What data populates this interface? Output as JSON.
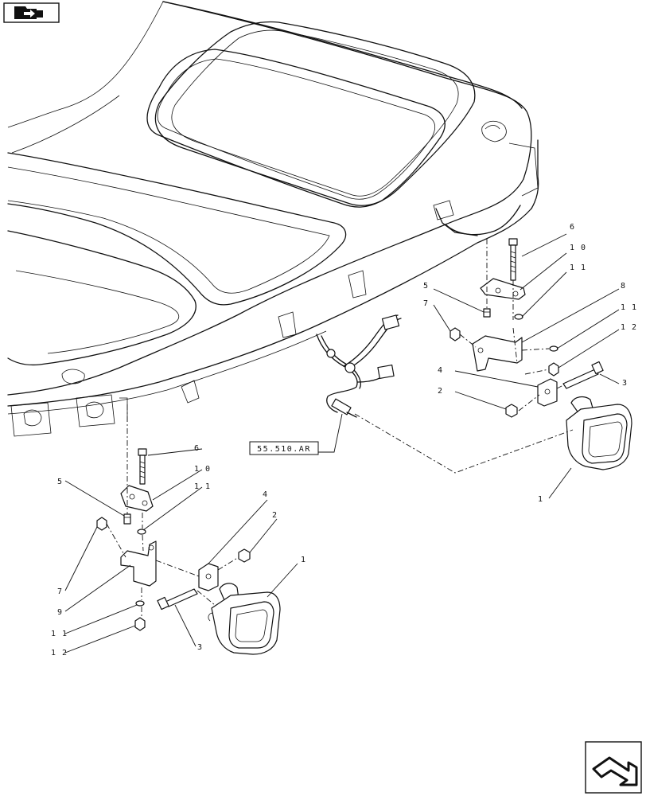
{
  "reference": {
    "label": "55.510.AR"
  },
  "callouts": [
    {
      "id": "c6a",
      "text": "6"
    },
    {
      "id": "c10a",
      "text": "1 0"
    },
    {
      "id": "c11a",
      "text": "1 1"
    },
    {
      "id": "c5a",
      "text": "5"
    },
    {
      "id": "c7a",
      "text": "7"
    },
    {
      "id": "c8a",
      "text": "8"
    },
    {
      "id": "c11b",
      "text": "1 1"
    },
    {
      "id": "c12a",
      "text": "1 2"
    },
    {
      "id": "c4a",
      "text": "4"
    },
    {
      "id": "c3a",
      "text": "3"
    },
    {
      "id": "c2a",
      "text": "2"
    },
    {
      "id": "c1a",
      "text": "1"
    },
    {
      "id": "c6b",
      "text": "6"
    },
    {
      "id": "c10b",
      "text": "1 0"
    },
    {
      "id": "c5b",
      "text": "5"
    },
    {
      "id": "c11c",
      "text": "1 1"
    },
    {
      "id": "c4b",
      "text": "4"
    },
    {
      "id": "c2b",
      "text": "2"
    },
    {
      "id": "c1b",
      "text": "1"
    },
    {
      "id": "c7b",
      "text": "7"
    },
    {
      "id": "c9a",
      "text": "9"
    },
    {
      "id": "c11d",
      "text": "1 1"
    },
    {
      "id": "c12b",
      "text": "1 2"
    },
    {
      "id": "c3b",
      "text": "3"
    }
  ],
  "icons": {
    "top_left": "previous-page-icon",
    "bottom_right": "next-page-icon"
  }
}
